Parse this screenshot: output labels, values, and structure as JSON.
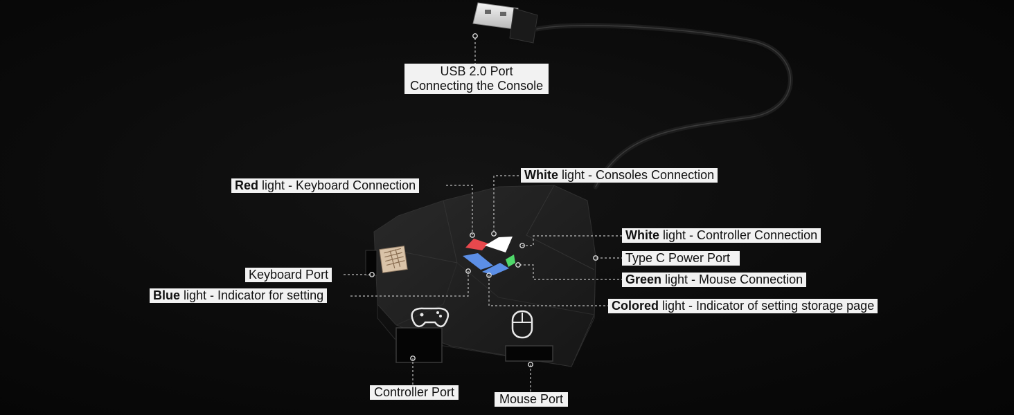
{
  "callouts": {
    "usb_port": {
      "line1": "USB 2.0 Port",
      "line2": "Connecting the Console"
    },
    "red_light": {
      "bold": "Red",
      "rest": " light - Keyboard Connection"
    },
    "white_light_console": {
      "bold": "White",
      "rest": " light - Consoles Connection"
    },
    "white_light_controller": {
      "bold": "White",
      "rest": " light - Controller Connection"
    },
    "type_c": {
      "text": "Type C Power Port"
    },
    "green_light": {
      "bold": "Green",
      "rest": " light - Mouse Connection"
    },
    "colored_light": {
      "bold": "Colored",
      "rest": " light - Indicator of setting storage page"
    },
    "keyboard_port": {
      "text": "Keyboard Port"
    },
    "blue_light": {
      "bold": "Blue",
      "rest": " light - Indicator for setting"
    },
    "controller_port": {
      "text": "Controller Port"
    },
    "mouse_port": {
      "text": "Mouse Port"
    }
  },
  "colors": {
    "red_light": "#e8484d",
    "white_light": "#ffffff",
    "blue_light": "#5c8fe6",
    "green_light": "#4fd86a",
    "device_body": "#1d1d1d"
  },
  "icons": [
    "keyboard-icon",
    "gamepad-icon",
    "mouse-icon",
    "usb-plug-icon"
  ]
}
